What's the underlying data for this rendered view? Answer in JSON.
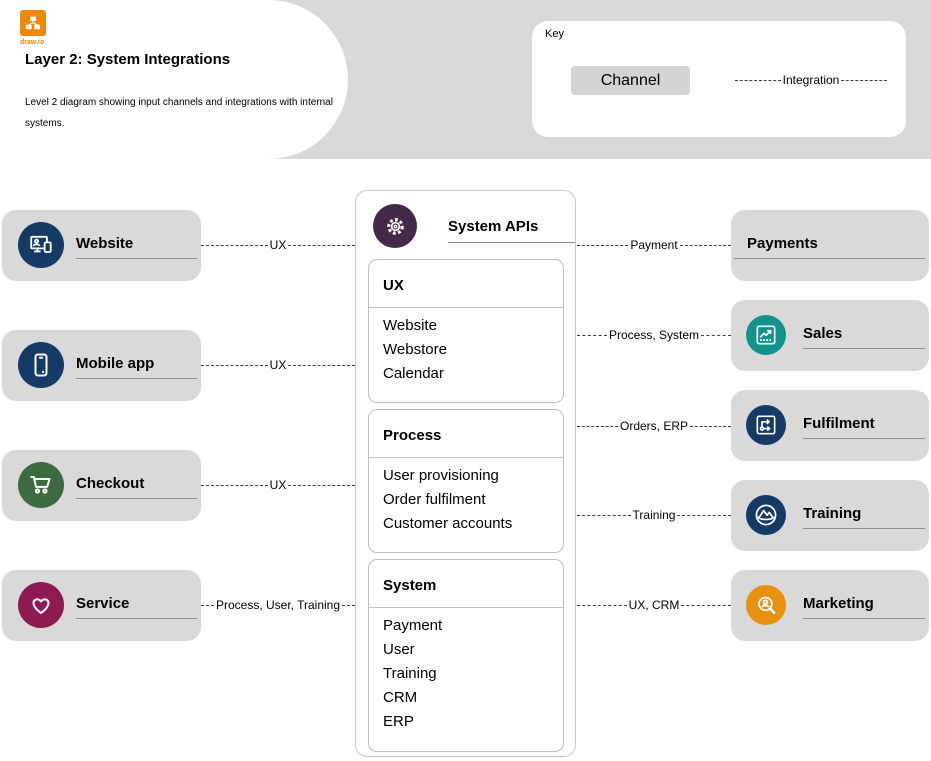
{
  "brand": {
    "name": "draw.io"
  },
  "header": {
    "title": "Layer 2: System Integrations",
    "description": "Level 2 diagram showing input channels and integrations with internal systems."
  },
  "key": {
    "label": "Key",
    "channel": "Channel",
    "integration": "Integration"
  },
  "channels": [
    {
      "label": "Website",
      "icon": "responsive-devices-icon",
      "color": "#163A66"
    },
    {
      "label": "Mobile app",
      "icon": "smartphone-icon",
      "color": "#163A66"
    },
    {
      "label": "Checkout",
      "icon": "shopping-cart-icon",
      "color": "#3D6A3F"
    },
    {
      "label": "Service",
      "icon": "heart-icon",
      "color": "#8E1A52"
    }
  ],
  "hub": {
    "title": "System APIs",
    "icon": "gear-icon",
    "color": "#45294A",
    "groups": [
      {
        "title": "UX",
        "items": [
          "Website",
          "Webstore",
          "Calendar"
        ]
      },
      {
        "title": "Process",
        "items": [
          "User provisioning",
          "Order fulfilment",
          "Customer accounts"
        ]
      },
      {
        "title": "System",
        "items": [
          "Payment",
          "User",
          "Training",
          "CRM",
          "ERP"
        ]
      }
    ]
  },
  "systems": [
    {
      "label": "Payments"
    },
    {
      "label": "Sales",
      "icon": "line-chart-icon",
      "color": "#11938A"
    },
    {
      "label": "Fulfilment",
      "icon": "workflow-icon",
      "color": "#163A66"
    },
    {
      "label": "Training",
      "icon": "mountain-badge-icon",
      "color": "#163A66"
    },
    {
      "label": "Marketing",
      "icon": "person-search-icon",
      "color": "#E8910E"
    }
  ],
  "connections": {
    "left": [
      "UX",
      "UX",
      "UX",
      "Process, User, Training"
    ],
    "right": [
      "Payment",
      "Process, System",
      "Orders, ERP",
      "Training",
      "UX, CRM"
    ]
  }
}
